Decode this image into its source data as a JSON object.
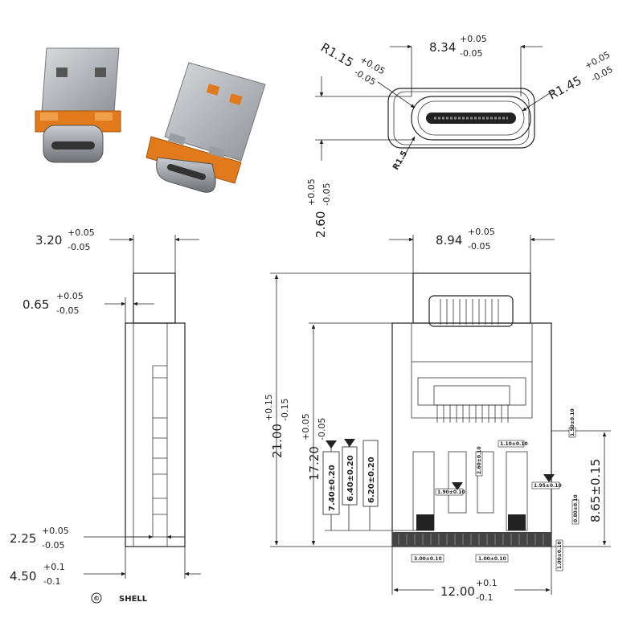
{
  "top_view": {
    "width_main": "8.34",
    "width_tol_plus": "+0.05",
    "width_tol_minus": "-0.05",
    "radius_left_main": "R1.15",
    "radius_left_tol_plus": "+0.05",
    "radius_left_tol_minus": "-0.05",
    "radius_right_main": "R1.45",
    "radius_right_tol_plus": "+0.05",
    "radius_right_tol_minus": "-0.05",
    "radius_small": "R1.5",
    "height_main": "2.60",
    "height_tol_plus": "+0.05",
    "height_tol_minus": "-0.05"
  },
  "side_view": {
    "thickness_main": "3.20",
    "thickness_tol_plus": "+0.05",
    "thickness_tol_minus": "-0.05",
    "step_main": "0.65",
    "step_tol_plus": "+0.05",
    "step_tol_minus": "-0.05",
    "base_main": "2.25",
    "base_tol_plus": "+0.05",
    "base_tol_minus": "-0.05",
    "total_main": "4.50",
    "total_tol_plus": "+0.1",
    "total_tol_minus": "-0.1"
  },
  "front_view": {
    "top_width_main": "8.94",
    "top_width_tol_plus": "+0.05",
    "top_width_tol_minus": "-0.05",
    "length_main": "21.00",
    "length_tol_plus": "+0.15",
    "length_tol_minus": "-0.15",
    "inner_length_main": "17.20",
    "inner_length_tol_plus": "+0.05",
    "inner_length_tol_minus": "-0.05",
    "pad_740": "7.40±0.20",
    "pad_640": "6.40±0.20",
    "pad_620": "6.20±0.20",
    "right_height": "8.65±0.15",
    "bottom_width_main": "12.00",
    "bottom_width_tol_plus": "+0.1",
    "bottom_width_tol_minus": "-0.1",
    "small_dims": [
      "1.10±0.10",
      "2.60±0.10",
      "1.90±0.10",
      "1.95±0.10",
      "0.80±0.10",
      "3.00±0.10",
      "1.00±0.10",
      "1.00±0.10",
      "1.50±0.10"
    ]
  },
  "legend": {
    "symbol": "©",
    "label": "SHELL"
  },
  "colors": {
    "shell": "#b9bcc0",
    "insulator": "#e07a1c",
    "line": "#222222"
  }
}
